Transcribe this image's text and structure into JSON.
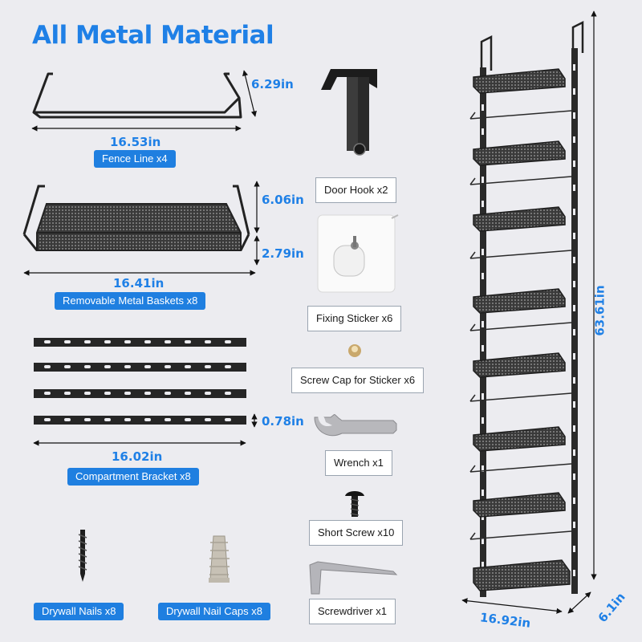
{
  "title": "All Metal Material",
  "dimensions": {
    "fence_height": "6.29in",
    "fence_width": "16.53in",
    "basket_height": "6.06in",
    "basket_depth": "2.79in",
    "basket_width": "16.41in",
    "bracket_height": "0.78in",
    "bracket_width": "16.02in",
    "rack_height": "63.61in",
    "rack_width": "16.92in",
    "rack_depth": "6.1in"
  },
  "labels": {
    "fence_line": "Fence Line x4",
    "baskets": "Removable Metal Baskets x8",
    "brackets": "Compartment Bracket x8",
    "drywall_nails": "Drywall Nails x8",
    "nail_caps": "Drywall Nail Caps x8",
    "door_hook": "Door Hook x2",
    "fixing_sticker": "Fixing Sticker x6",
    "screw_cap": "Screw Cap for Sticker x6",
    "wrench": "Wrench x1",
    "short_screw": "Short Screw x10",
    "screwdriver": "Screwdriver x1"
  },
  "colors": {
    "accent": "#1f80e6",
    "metal": "#2a2a2a",
    "background": "#ececf0"
  }
}
